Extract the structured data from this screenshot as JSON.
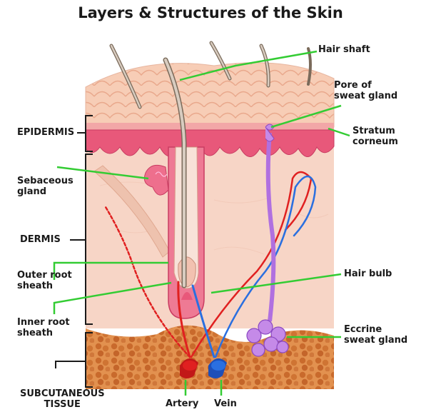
{
  "title": "Layers & Structures of the Skin",
  "labels": {
    "hair_shaft": "Hair shaft",
    "pore_of_sweat_gland": [
      "Pore of",
      "sweat gland"
    ],
    "stratum_corneum": [
      "Stratum",
      "corneum"
    ],
    "epidermis": "EPIDERMIS",
    "sebaceous_gland": [
      "Sebaceous",
      "gland"
    ],
    "dermis": "DERMIS",
    "outer_root_sheath": [
      "Outer root",
      "sheath"
    ],
    "hair_bulb": "Hair bulb",
    "inner_root_sheath": [
      "Inner root",
      "sheath"
    ],
    "eccrine_sweat_gland": [
      "Eccrine",
      "sweat gland"
    ],
    "subcutaneous_tissue": [
      "SUBCUTANEOUS",
      "TISSUE"
    ],
    "artery": "Artery",
    "vein": "Vein"
  },
  "colors": {
    "callout_line": "#33cc33",
    "epidermis_pink": "#e8587a",
    "dermis_peach": "#f6d0c0",
    "subcutaneous": "#d9823e",
    "artery_red": "#e02020",
    "vein_blue": "#2a6fe0",
    "sweat_gland_purple": "#b070e0"
  }
}
